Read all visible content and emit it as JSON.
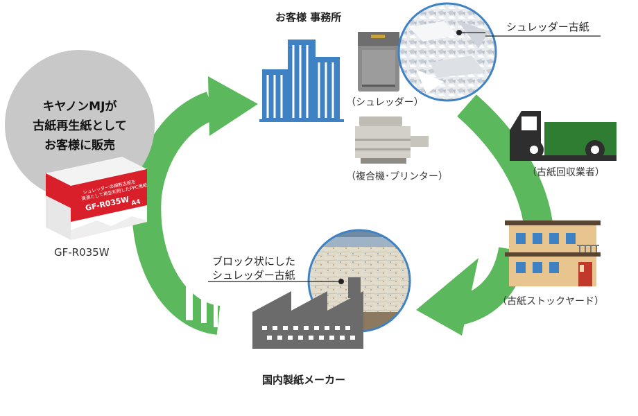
{
  "nodes": {
    "office": "お客様 事務所",
    "shredder": "（シュレッダー）",
    "multifunction": "（複合機･プリンター）",
    "collector": "（古紙回収業者）",
    "yard": "（古紙ストックヤード）",
    "maker": "国内製紙メーカー",
    "product_name": "GF-R035W"
  },
  "callouts": {
    "shredded_paper": "シュレッダー古紙",
    "block_line1": "ブロック状にした",
    "block_line2": "シュレッダー古紙"
  },
  "promo": {
    "line1": "キヤノンMJが",
    "line2": "古紙再生紙として",
    "line3": "お客様に販売"
  },
  "package": {
    "label_line1": "シュレッダーの細断古紙を",
    "label_line2": "資源として再生利用したPPC用紙",
    "model": "GF-R035W",
    "size": "A4"
  },
  "colors": {
    "arrow_green": "#5cb85c",
    "building_blue": "#3f82c4",
    "truck_green": "#2e7d32",
    "factory_gray": "#6b6b6b",
    "promo_circle": "#c8c8c8",
    "package_red": "#d9202a",
    "yard_wall": "#e8c58e"
  }
}
